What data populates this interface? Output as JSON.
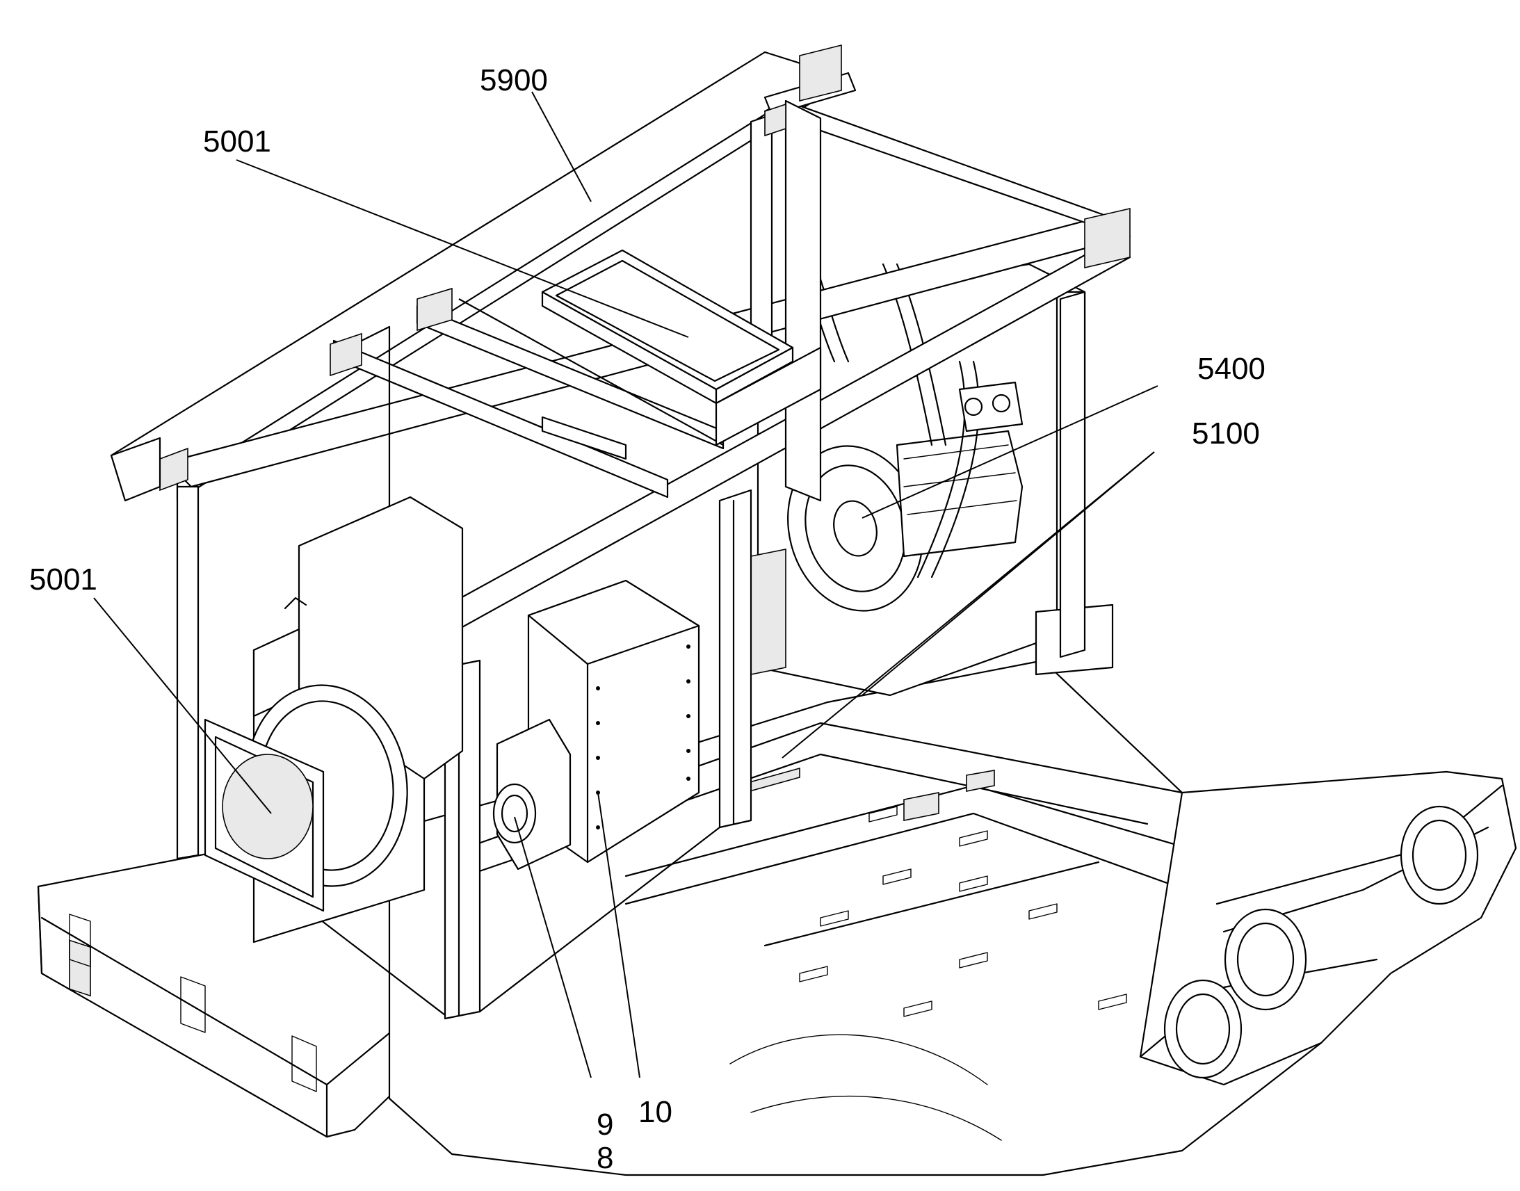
{
  "callouts": [
    {
      "id": "5900",
      "text": "5900"
    },
    {
      "id": "5001-top",
      "text": "5001"
    },
    {
      "id": "5001-left",
      "text": "5001"
    },
    {
      "id": "5400",
      "text": "5400"
    },
    {
      "id": "5100",
      "text": "5100"
    },
    {
      "id": "9",
      "text": "9"
    },
    {
      "id": "8",
      "text": "8"
    },
    {
      "id": "10",
      "text": "10"
    }
  ]
}
